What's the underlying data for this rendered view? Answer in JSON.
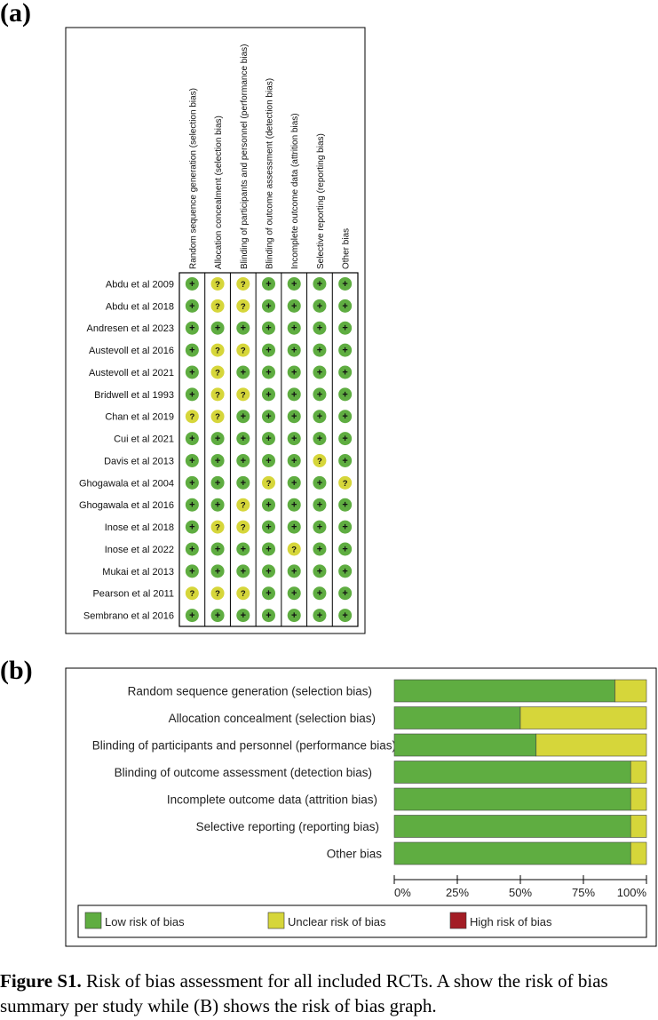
{
  "panel_a_label": "(a)",
  "panel_b_label": "(b)",
  "caption": {
    "label": "Figure S1.",
    "text": " Risk of bias assessment for all included RCTs. A show the risk of bias summary per study while (B) shows the risk of bias graph."
  },
  "legend": {
    "low": "Low risk of bias",
    "unclear": "Unclear risk of bias",
    "high": "High risk of bias"
  },
  "symbols": {
    "low": "+",
    "unclear": "?"
  },
  "colors": {
    "low": "#5fad41",
    "unclear": "#d6d63a",
    "high": "#a31d25"
  },
  "chart_data": [
    {
      "type": "table",
      "domains": [
        "Random sequence generation (selection bias)",
        "Allocation concealment (selection bias)",
        "Blinding of participants and personnel (performance bias)",
        "Blinding of outcome assessment (detection bias)",
        "Incomplete outcome data (attrition bias)",
        "Selective reporting (reporting bias)",
        "Other bias"
      ],
      "studies": [
        {
          "name": "Abdu et al 2009",
          "ratings": [
            "low",
            "unclear",
            "unclear",
            "low",
            "low",
            "low",
            "low"
          ]
        },
        {
          "name": "Abdu et al 2018",
          "ratings": [
            "low",
            "unclear",
            "unclear",
            "low",
            "low",
            "low",
            "low"
          ]
        },
        {
          "name": "Andresen et al 2023",
          "ratings": [
            "low",
            "low",
            "low",
            "low",
            "low",
            "low",
            "low"
          ]
        },
        {
          "name": "Austevoll et al 2016",
          "ratings": [
            "low",
            "unclear",
            "unclear",
            "low",
            "low",
            "low",
            "low"
          ]
        },
        {
          "name": "Austevoll et al 2021",
          "ratings": [
            "low",
            "unclear",
            "low",
            "low",
            "low",
            "low",
            "low"
          ]
        },
        {
          "name": "Bridwell et al 1993",
          "ratings": [
            "low",
            "unclear",
            "unclear",
            "low",
            "low",
            "low",
            "low"
          ]
        },
        {
          "name": "Chan et al 2019",
          "ratings": [
            "unclear",
            "unclear",
            "low",
            "low",
            "low",
            "low",
            "low"
          ]
        },
        {
          "name": "Cui et al 2021",
          "ratings": [
            "low",
            "low",
            "low",
            "low",
            "low",
            "low",
            "low"
          ]
        },
        {
          "name": "Davis et al 2013",
          "ratings": [
            "low",
            "low",
            "low",
            "low",
            "low",
            "unclear",
            "low"
          ]
        },
        {
          "name": "Ghogawala et al 2004",
          "ratings": [
            "low",
            "low",
            "low",
            "unclear",
            "low",
            "low",
            "unclear"
          ]
        },
        {
          "name": "Ghogawala et al 2016",
          "ratings": [
            "low",
            "low",
            "unclear",
            "low",
            "low",
            "low",
            "low"
          ]
        },
        {
          "name": "Inose et al 2018",
          "ratings": [
            "low",
            "unclear",
            "unclear",
            "low",
            "low",
            "low",
            "low"
          ]
        },
        {
          "name": "Inose et al 2022",
          "ratings": [
            "low",
            "low",
            "low",
            "low",
            "unclear",
            "low",
            "low"
          ]
        },
        {
          "name": "Mukai et al 2013",
          "ratings": [
            "low",
            "low",
            "low",
            "low",
            "low",
            "low",
            "low"
          ]
        },
        {
          "name": "Pearson et al 2011",
          "ratings": [
            "unclear",
            "unclear",
            "unclear",
            "low",
            "low",
            "low",
            "low"
          ]
        },
        {
          "name": "Sembrano et al 2016",
          "ratings": [
            "low",
            "low",
            "low",
            "low",
            "low",
            "low",
            "low"
          ]
        }
      ]
    },
    {
      "type": "bar",
      "orientation": "horizontal",
      "stacked": true,
      "categories": [
        "Random sequence generation (selection bias)",
        "Allocation concealment (selection bias)",
        "Blinding of participants and personnel (performance bias)",
        "Blinding of outcome assessment (detection bias)",
        "Incomplete outcome data (attrition bias)",
        "Selective reporting (reporting bias)",
        "Other bias"
      ],
      "series": [
        {
          "name": "Low risk of bias",
          "color": "#5fad41",
          "values": [
            87.5,
            50,
            56.25,
            93.75,
            93.75,
            93.75,
            93.75
          ]
        },
        {
          "name": "Unclear risk of bias",
          "color": "#d6d63a",
          "values": [
            12.5,
            50,
            43.75,
            6.25,
            6.25,
            6.25,
            6.25
          ]
        },
        {
          "name": "High risk of bias",
          "color": "#a31d25",
          "values": [
            0,
            0,
            0,
            0,
            0,
            0,
            0
          ]
        }
      ],
      "xlim": [
        0,
        100
      ],
      "x_ticks": [
        "0%",
        "25%",
        "50%",
        "75%",
        "100%"
      ],
      "legend_position": "bottom"
    }
  ]
}
